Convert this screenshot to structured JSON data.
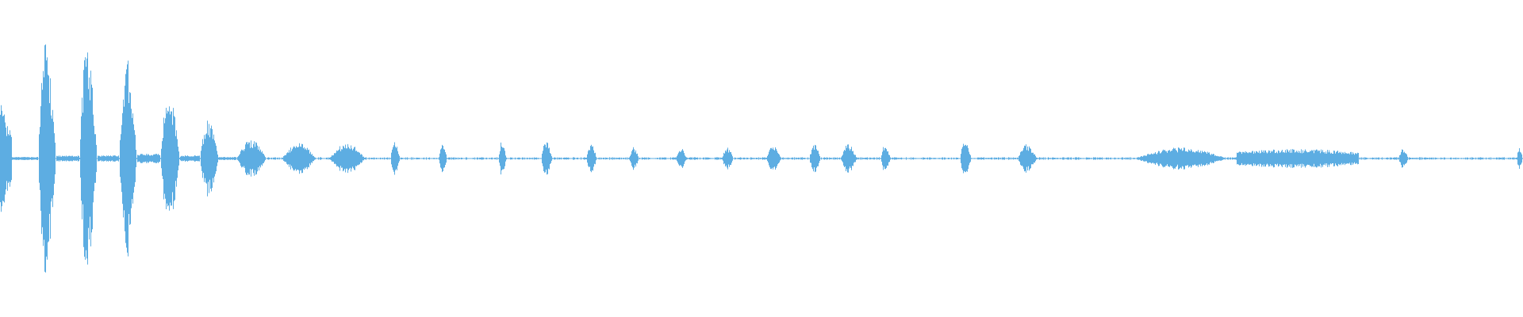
{
  "waveform": {
    "color": "#5dade2",
    "background": "#ffffff",
    "segments": [
      {
        "start": 0.0,
        "end": 0.008,
        "peak": 0.19,
        "shape": "decay"
      },
      {
        "start": 0.008,
        "end": 0.025,
        "peak": 0.01,
        "shape": "flat"
      },
      {
        "start": 0.025,
        "end": 0.037,
        "peak": 0.4,
        "shape": "burst"
      },
      {
        "start": 0.037,
        "end": 0.052,
        "peak": 0.02,
        "shape": "flat"
      },
      {
        "start": 0.052,
        "end": 0.064,
        "peak": 0.4,
        "shape": "burst"
      },
      {
        "start": 0.064,
        "end": 0.078,
        "peak": 0.02,
        "shape": "flat"
      },
      {
        "start": 0.078,
        "end": 0.09,
        "peak": 0.35,
        "shape": "burst"
      },
      {
        "start": 0.09,
        "end": 0.105,
        "peak": 0.03,
        "shape": "flat"
      },
      {
        "start": 0.105,
        "end": 0.118,
        "peak": 0.23,
        "shape": "burst"
      },
      {
        "start": 0.118,
        "end": 0.131,
        "peak": 0.02,
        "shape": "flat"
      },
      {
        "start": 0.131,
        "end": 0.144,
        "peak": 0.13,
        "shape": "burst"
      },
      {
        "start": 0.144,
        "end": 0.155,
        "peak": 0.01,
        "shape": "flat"
      },
      {
        "start": 0.155,
        "end": 0.175,
        "peak": 0.06,
        "shape": "swell"
      },
      {
        "start": 0.185,
        "end": 0.208,
        "peak": 0.05,
        "shape": "swell"
      },
      {
        "start": 0.216,
        "end": 0.24,
        "peak": 0.05,
        "shape": "swell"
      },
      {
        "start": 0.256,
        "end": 0.263,
        "peak": 0.06,
        "shape": "burst"
      },
      {
        "start": 0.288,
        "end": 0.294,
        "peak": 0.05,
        "shape": "burst"
      },
      {
        "start": 0.327,
        "end": 0.333,
        "peak": 0.06,
        "shape": "burst"
      },
      {
        "start": 0.355,
        "end": 0.363,
        "peak": 0.06,
        "shape": "burst"
      },
      {
        "start": 0.385,
        "end": 0.392,
        "peak": 0.05,
        "shape": "burst"
      },
      {
        "start": 0.413,
        "end": 0.42,
        "peak": 0.04,
        "shape": "burst"
      },
      {
        "start": 0.444,
        "end": 0.451,
        "peak": 0.04,
        "shape": "burst"
      },
      {
        "start": 0.474,
        "end": 0.482,
        "peak": 0.04,
        "shape": "burst"
      },
      {
        "start": 0.503,
        "end": 0.513,
        "peak": 0.05,
        "shape": "burst"
      },
      {
        "start": 0.531,
        "end": 0.539,
        "peak": 0.05,
        "shape": "burst"
      },
      {
        "start": 0.552,
        "end": 0.563,
        "peak": 0.05,
        "shape": "burst"
      },
      {
        "start": 0.578,
        "end": 0.585,
        "peak": 0.05,
        "shape": "burst"
      },
      {
        "start": 0.63,
        "end": 0.638,
        "peak": 0.06,
        "shape": "burst"
      },
      {
        "start": 0.668,
        "end": 0.681,
        "peak": 0.05,
        "shape": "burst"
      },
      {
        "start": 0.745,
        "end": 0.806,
        "peak": 0.035,
        "shape": "swell"
      },
      {
        "start": 0.812,
        "end": 0.892,
        "peak": 0.03,
        "shape": "sustain"
      },
      {
        "start": 0.918,
        "end": 0.925,
        "peak": 0.035,
        "shape": "burst"
      },
      {
        "start": 0.996,
        "end": 1.0,
        "peak": 0.04,
        "shape": "burst"
      }
    ]
  }
}
